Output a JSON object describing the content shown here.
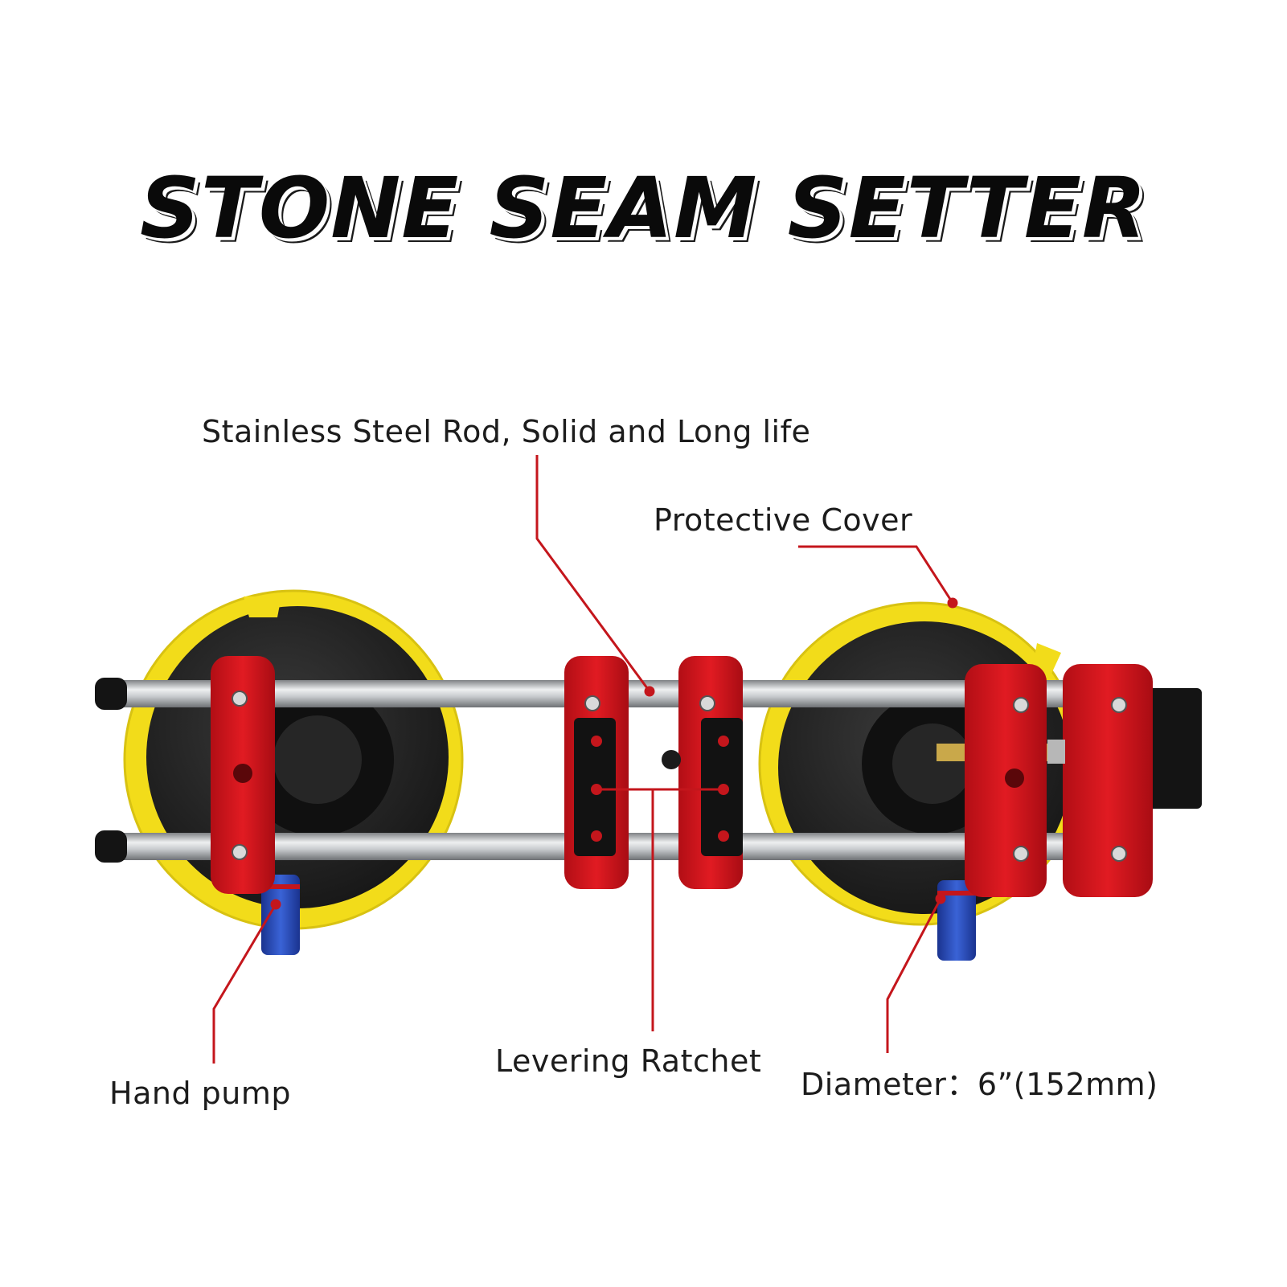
{
  "title": "STONE SEAM SETTER",
  "labels": {
    "rod": "Stainless Steel Rod, Solid and Long life",
    "cover": "Protective Cover",
    "pump": "Hand pump",
    "ratchet": "Levering Ratchet",
    "diameter": "Diameter：6”(152mm)"
  },
  "colors": {
    "accent_red": "#d8141c",
    "leader_red": "#c4161c",
    "yellow": "#f2dc1a",
    "rubber": "#1d1d1d",
    "pump_blue": "#2346b8",
    "steel": "#b9bcbf"
  }
}
